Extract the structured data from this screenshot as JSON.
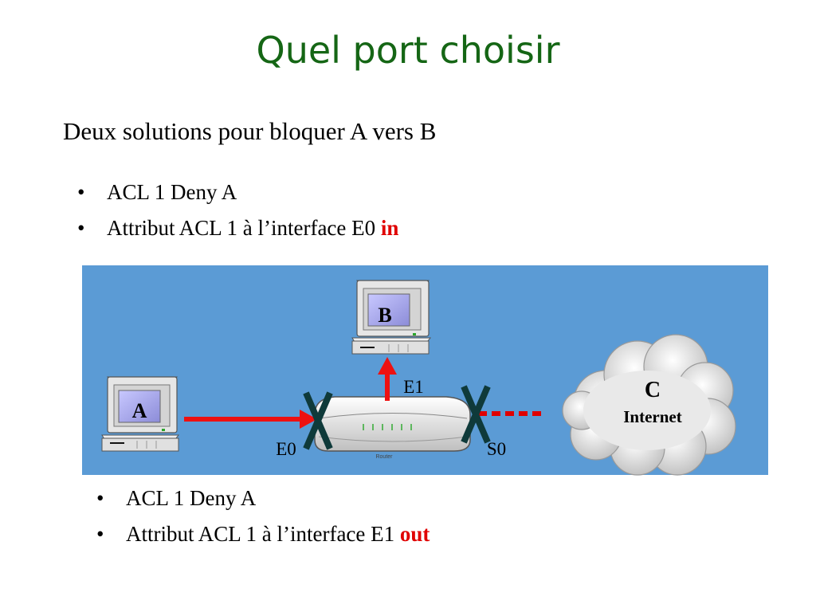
{
  "slide": {
    "title": "Quel port choisir",
    "subtitle": "Deux solutions pour bloquer A vers B"
  },
  "solution_1": {
    "bullets": [
      {
        "marker": "•",
        "text": "ACL 1 Deny A",
        "keyword": ""
      },
      {
        "marker": "•",
        "text": "Attribut ACL 1 à l’interface E0 ",
        "keyword": "in"
      }
    ]
  },
  "solution_2": {
    "bullets": [
      {
        "marker": "•",
        "text": "ACL 1 Deny A",
        "keyword": ""
      },
      {
        "marker": "•",
        "text": "Attribut ACL 1 à l’interface E1 ",
        "keyword": "out"
      }
    ]
  },
  "diagram": {
    "hosts": {
      "a": "A",
      "b": "B",
      "c": "C"
    },
    "cloud_label": "Internet",
    "router_label": "Router",
    "interfaces": {
      "e0": "E0",
      "e1": "E1",
      "s0": "S0"
    },
    "colors": {
      "panel_bg": "#5b9bd5",
      "arrow": "#ee1111",
      "block_mark": "#0f3a3a",
      "title_green": "#156615",
      "keyword_red": "#e00000"
    }
  }
}
